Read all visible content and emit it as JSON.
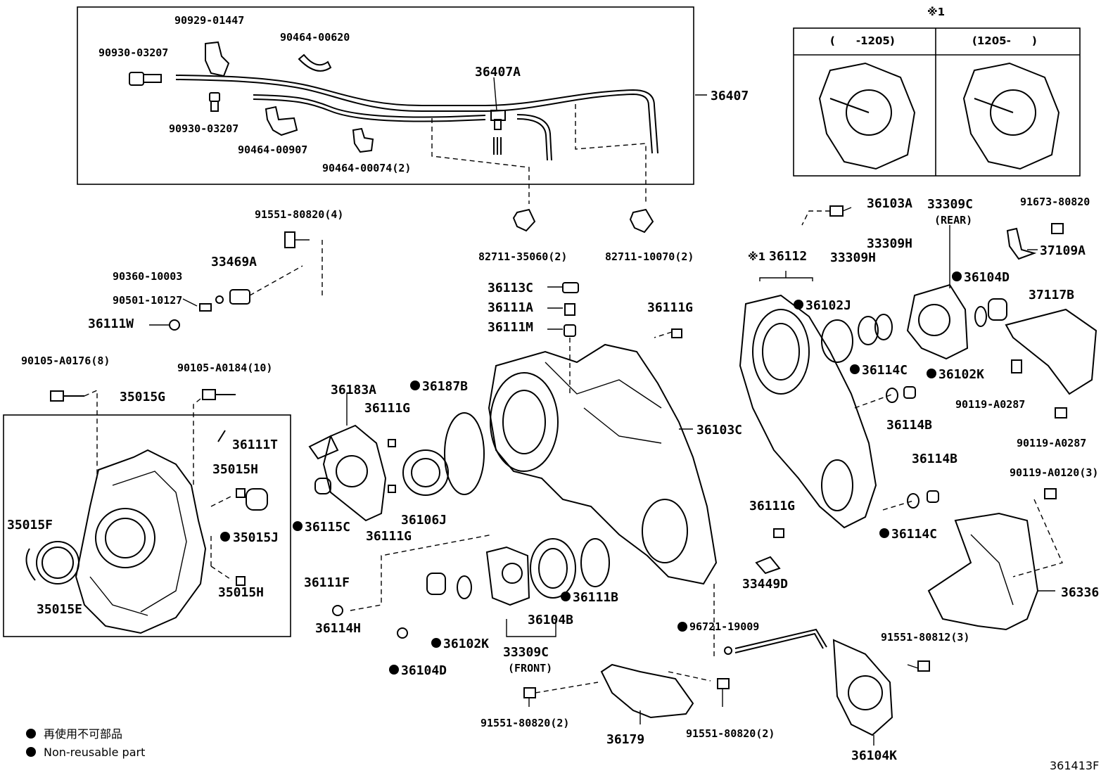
{
  "diagram_id": "361413F",
  "variant_note": {
    "mark": "※1",
    "columns": [
      "(　　-1205)",
      "(1205-　　)"
    ]
  },
  "legend": {
    "jp": "再使用不可部品",
    "en": "Non-reusable part"
  },
  "parts": {
    "p90929_01447": "90929-01447",
    "p90464_00620": "90464-00620",
    "p90930_03207_a": "90930-03207",
    "p90930_03207_b": "90930-03207",
    "p36407A": "36407A",
    "p36407": "36407",
    "p90464_00907": "90464-00907",
    "p90464_00074": "90464-00074(2)",
    "p91551_80820_4": "91551-80820(4)",
    "p82711_35060": "82711-35060(2)",
    "p82711_10070": "82711-10070(2)",
    "p90360_10003": "90360-10003",
    "p33469A": "33469A",
    "p90501_10127": "90501-10127",
    "p36111W": "36111W",
    "p90105_A0176": "90105-A0176(8)",
    "p90105_A0184": "90105-A0184(10)",
    "p35015G": "35015G",
    "p36111T": "36111T",
    "p35015H_a": "35015H",
    "p35015F": "35015F",
    "p35015J": "35015J",
    "p35015H_b": "35015H",
    "p35015E": "35015E",
    "p36183A": "36183A",
    "p36187B": "36187B",
    "p36111G_a": "36111G",
    "p36115C": "36115C",
    "p36111G_b": "36111G",
    "p36106J": "36106J",
    "p36113C": "36113C",
    "p36111A": "36111A",
    "p36111M": "36111M",
    "p36111G_c": "36111G",
    "p36103C": "36103C",
    "p36111F": "36111F",
    "p36114H": "36114H",
    "p36102K_a": "36102K",
    "p36104D_a": "36104D",
    "p33309C_front": "33309C",
    "p33309C_front_note": "(FRONT)",
    "p36104B": "36104B",
    "p36111B": "36111B",
    "p36111G_d": "36111G",
    "p33449D": "33449D",
    "p96721_19009": "96721-19009",
    "p91551_80820_2a": "91551-80820(2)",
    "p36179": "36179",
    "p91551_80820_2b": "91551-80820(2)",
    "p36104K": "36104K",
    "p91551_80812": "91551-80812(3)",
    "p36103A": "36103A",
    "p36112": "36112",
    "p36112_mark": "※1",
    "p33309C_rear": "33309C",
    "p33309C_rear_note": "(REAR)",
    "p33309H_a": "33309H",
    "p33309H_b": "33309H",
    "p36102J": "36102J",
    "p36104D_b": "36104D",
    "p36114C_a": "36114C",
    "p36102K_b": "36102K",
    "p36114B_a": "36114B",
    "p36114B_b": "36114B",
    "p36114C_b": "36114C",
    "p91673_80820": "91673-80820",
    "p37109A": "37109A",
    "p37117B": "37117B",
    "p90119_A0287_a": "90119-A0287",
    "p90119_A0287_b": "90119-A0287",
    "p90119_A0120": "90119-A0120(3)",
    "p36336": "36336"
  }
}
